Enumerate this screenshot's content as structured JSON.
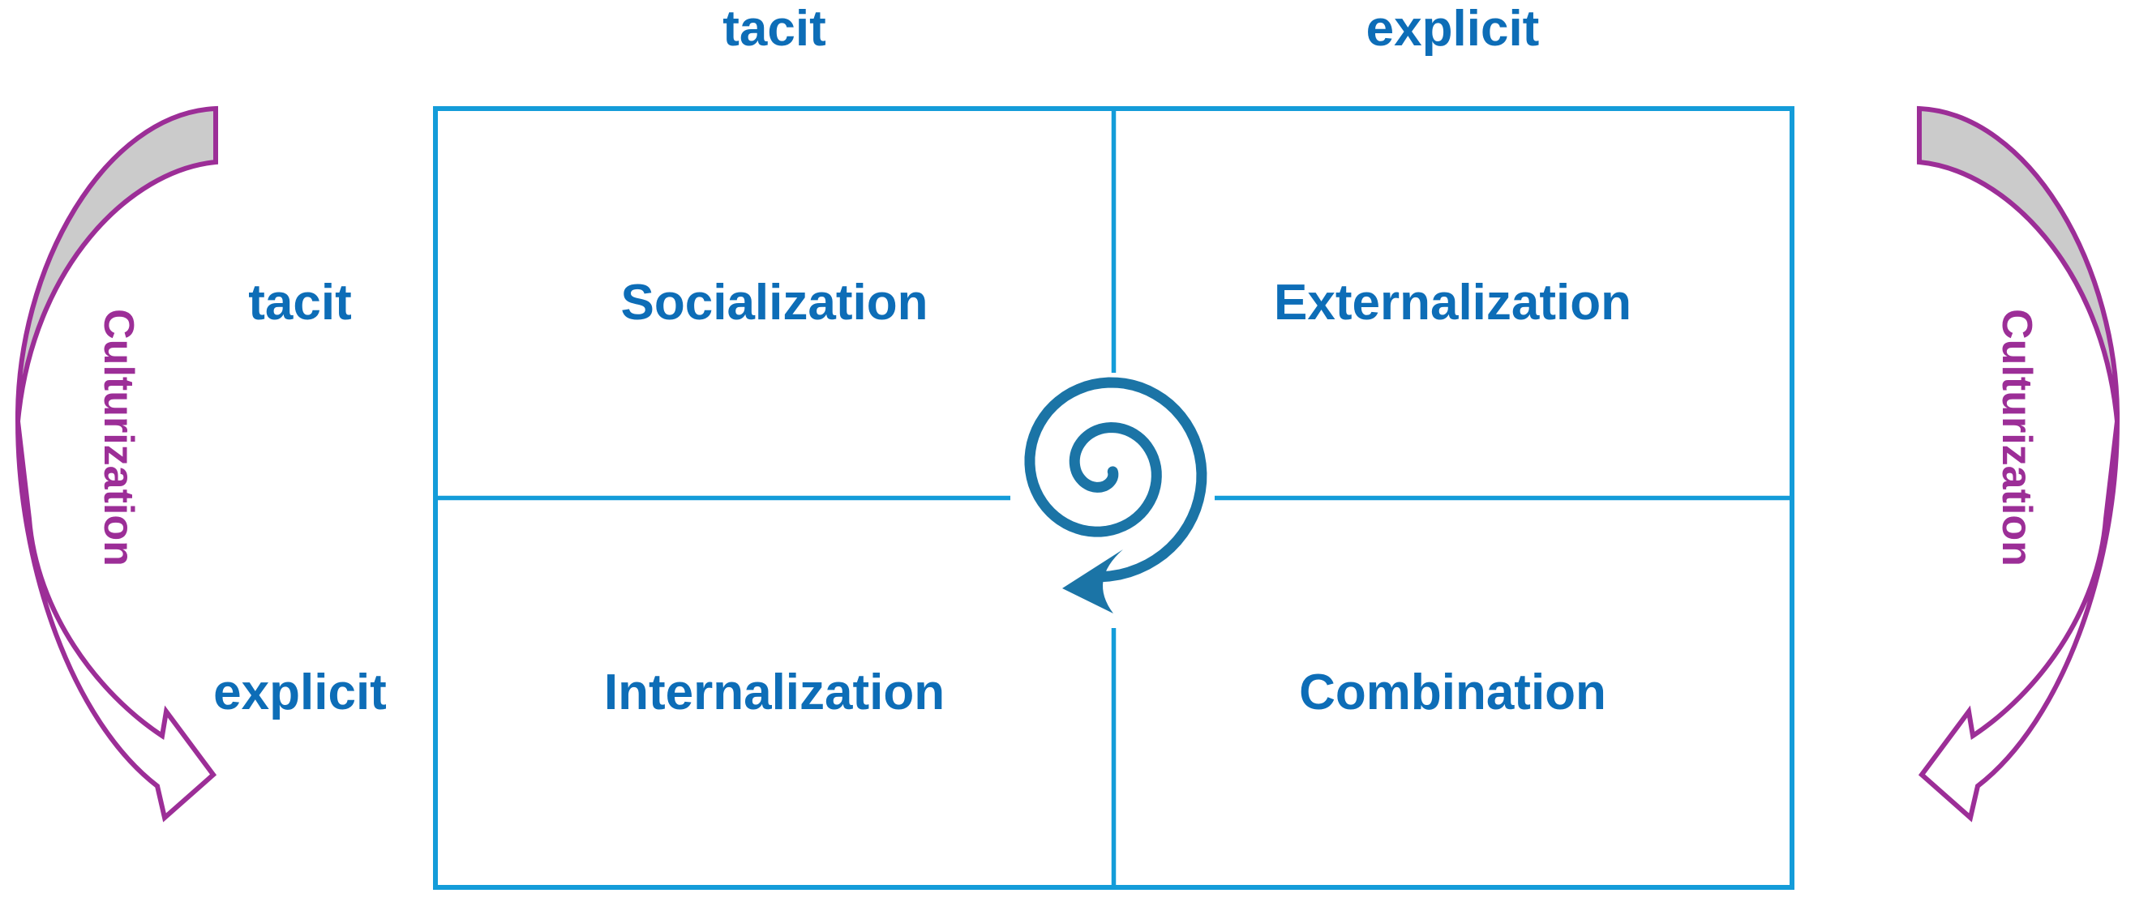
{
  "matrix": {
    "column_headers": [
      "tacit",
      "explicit"
    ],
    "row_headers": [
      "tacit",
      "explicit"
    ],
    "quadrants": [
      {
        "label": "Socialization"
      },
      {
        "label": "Externalization"
      },
      {
        "label": "Internalization"
      },
      {
        "label": "Combination"
      }
    ]
  },
  "side_arrows": {
    "left_label": "Culturization",
    "right_label": "Culturization"
  },
  "icons": {
    "center": "spiral-arrow-icon"
  },
  "colors": {
    "label_blue": "#0D6DB7",
    "matrix_border_blue": "#149CD9",
    "spiral_blue": "#1B74A6",
    "culturization_purple": "#9C2E97",
    "arrow_gray_fill": "#CBCBCB",
    "background": "#FFFFFF"
  }
}
